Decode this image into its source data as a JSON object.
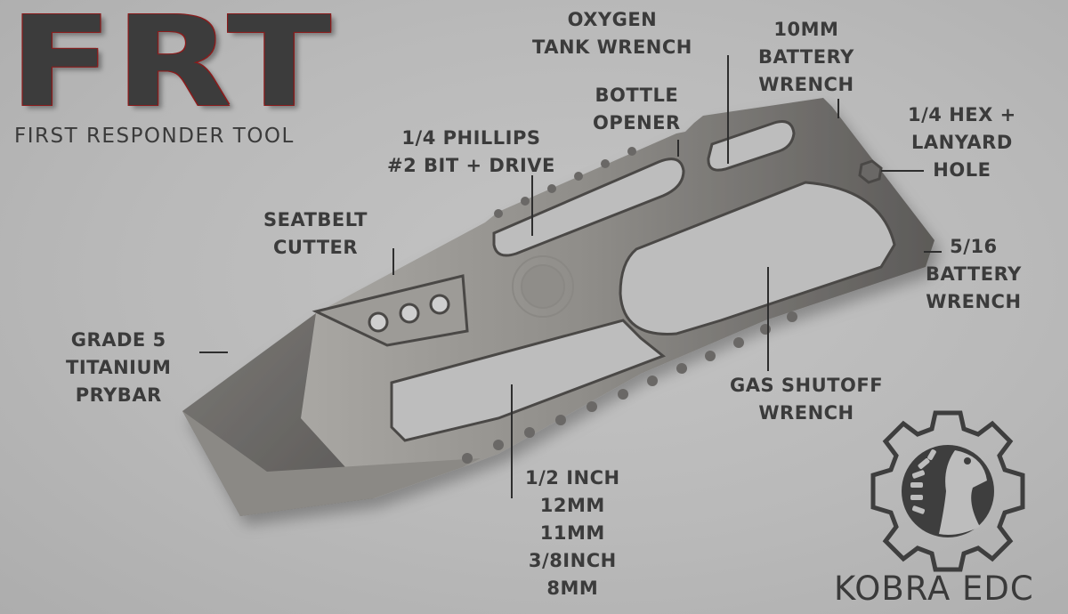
{
  "header": {
    "title": "FRT",
    "subtitle": "FIRST RESPONDER TOOL"
  },
  "callouts": [
    {
      "id": "oxygen-tank-wrench",
      "lines": [
        "OXYGEN",
        "TANK WRENCH"
      ]
    },
    {
      "id": "10mm-battery-wrench",
      "lines": [
        "10MM",
        "BATTERY",
        "WRENCH"
      ]
    },
    {
      "id": "bottle-opener",
      "lines": [
        "BOTTLE",
        "OPENER"
      ]
    },
    {
      "id": "hex-lanyard-hole",
      "lines": [
        "1/4 HEX +",
        "LANYARD",
        "HOLE"
      ]
    },
    {
      "id": "phillips-bit-drive",
      "lines": [
        "1/4 PHILLIPS",
        "#2 BIT + DRIVE"
      ]
    },
    {
      "id": "seatbelt-cutter",
      "lines": [
        "SEATBELT",
        "CUTTER"
      ]
    },
    {
      "id": "5-16-battery-wrench",
      "lines": [
        "5/16",
        "BATTERY",
        "WRENCH"
      ]
    },
    {
      "id": "titanium-prybar",
      "lines": [
        "GRADE 5",
        "TITANIUM",
        "PRYBAR"
      ]
    },
    {
      "id": "gas-shutoff-wrench",
      "lines": [
        "GAS SHUTOFF",
        "WRENCH"
      ]
    },
    {
      "id": "wrench-sizes",
      "lines": [
        "1/2 INCH",
        "12MM",
        "11MM",
        "3/8INCH",
        "8MM"
      ]
    }
  ],
  "brand": {
    "name": "KOBRA EDC",
    "logo_icon": "gear-cobra-logo-icon"
  },
  "colors": {
    "background": "#b9b9b9",
    "text": "#3a3a3a",
    "title_outline": "#8a1c1c",
    "tool_light": "#a19f9b",
    "tool_dark": "#5a5856"
  }
}
